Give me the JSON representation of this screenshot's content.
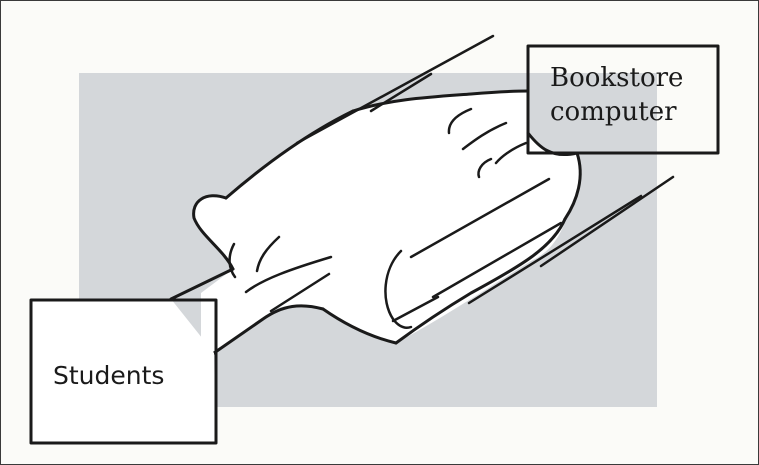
{
  "diagram": {
    "nodes": [
      {
        "id": "bookstore",
        "label_lines": [
          "Bookstore",
          "computer"
        ]
      },
      {
        "id": "students",
        "label_lines": [
          "Students"
        ]
      }
    ],
    "connection": {
      "from": "students",
      "to": "bookstore",
      "style": "bulging hand-drawn pipe with speed lines"
    }
  },
  "colors": {
    "backdrop": "#d4d7da",
    "ink": "#1a1a1a",
    "paper": "#fbfbf8"
  }
}
